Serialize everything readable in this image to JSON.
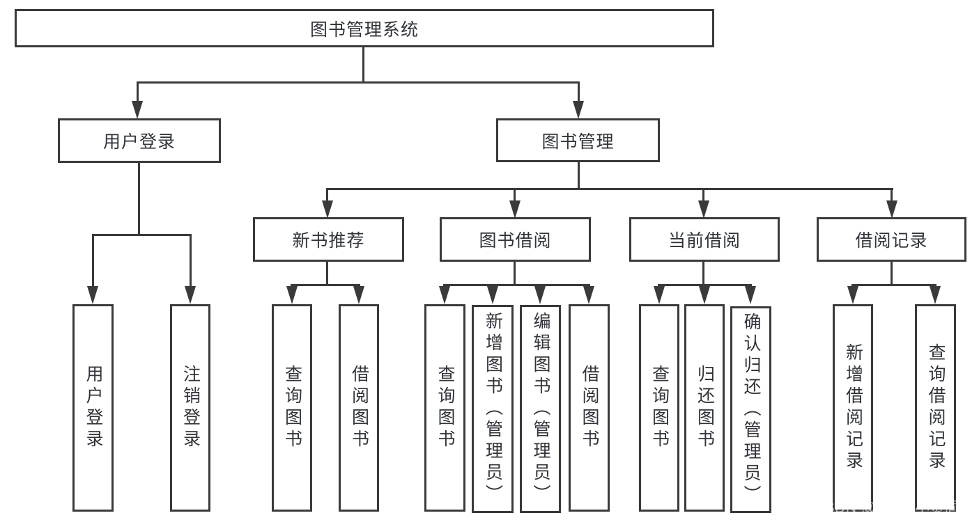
{
  "diagram": {
    "root": {
      "label": "图书管理系统"
    },
    "level2": {
      "user_login": {
        "label": "用户登录"
      },
      "book_mgmt": {
        "label": "图书管理"
      }
    },
    "level3": {
      "new_books": {
        "label": "新书推荐"
      },
      "book_borrow": {
        "label": "图书借阅"
      },
      "current_borrow": {
        "label": "当前借阅"
      },
      "borrow_records": {
        "label": "借阅记录"
      }
    },
    "leaves": {
      "user_login": [
        "用户登录",
        "注销登录"
      ],
      "new_books": [
        "查询图书",
        "借阅图书"
      ],
      "book_borrow": [
        "查询图书",
        "新增图书（管理员）",
        "编辑图书（管理员）",
        "借阅图书"
      ],
      "current_borrow": [
        "查询图书",
        "归还图书",
        "确认归还（管理员）"
      ],
      "borrow_records": [
        "新增借阅记录",
        "查询借阅记录"
      ]
    }
  },
  "watermark": {
    "text": "CSDN @软件_小贺同学"
  },
  "colors": {
    "line": "#3a3a3a",
    "text": "#30343a",
    "watermark": "#b3b6bd",
    "background": "#ffffff"
  }
}
